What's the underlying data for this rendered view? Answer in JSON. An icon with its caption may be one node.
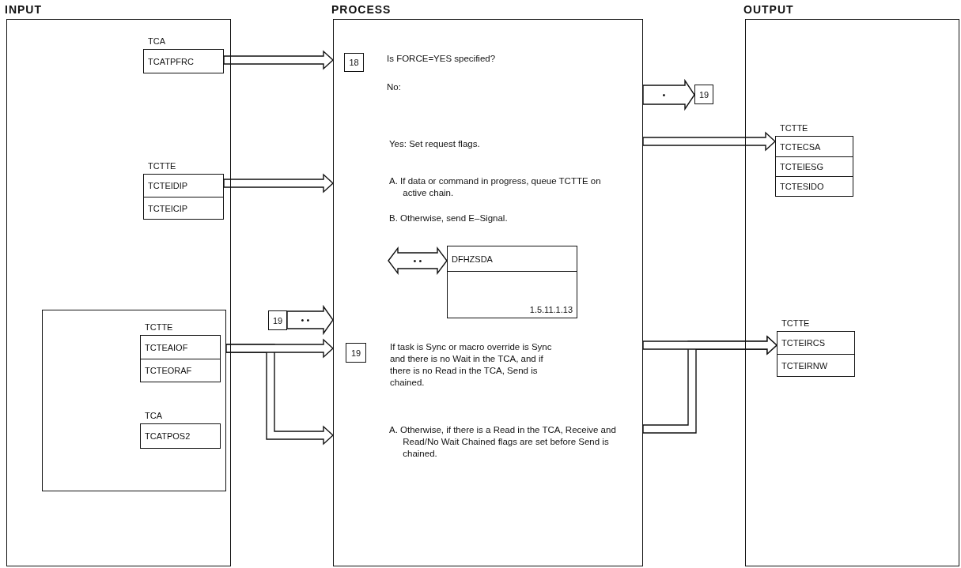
{
  "diagram": {
    "nodes": [
      {
        "text": [
          "INPUT"
        ]
      },
      {
        "text": [
          "TCA",
          "TCATPFRC"
        ],
        "in": 0
      },
      {
        "text": [
          "TCTTE",
          "TCTEIDIP",
          "TCTEICIP"
        ],
        "in": 0
      },
      {
        "text": [],
        "shape": "box",
        "in": 0
      },
      {
        "text": [
          "TCTTE",
          "TCTEAIOF",
          "TCTEORAF"
        ],
        "in": 3
      },
      {
        "text": [
          "TCA",
          "TCATPOS2"
        ],
        "in": 3
      },
      {
        "text": [
          "PROCESS",
          "Is FORCE=YES specified?",
          "No:",
          "Yes: Set request flags.",
          "A. If data or command in progress, queue TCTTE on active chain.",
          "B. Otherwise, send E–Signal.",
          "If task is Sync or macro override is Sync and there is no Wait in the TCA, and if there is no Read in the TCA, Send is chained.",
          "A. Otherwise, if there is a Read in the TCA, Receive and Read/No Wait Chained flags are set before Send is chained."
        ]
      },
      {
        "text": [
          "18"
        ],
        "in": 6
      },
      {
        "text": [
          "19"
        ],
        "in": 6
      },
      {
        "text": [
          "DFHZSDA",
          "1.5.11.1.13"
        ],
        "in": 6
      },
      {
        "text": [
          "19"
        ]
      },
      {
        "text": [
          "19"
        ]
      },
      {
        "text": [
          "OUTPUT"
        ]
      },
      {
        "text": [
          "TCTTE",
          "TCTECSA",
          "TCTEIESG",
          "TCTESIDO"
        ],
        "in": 12
      },
      {
        "text": [
          "TCTTE",
          "TCTEIRCS",
          "TCTEIRNW"
        ],
        "in": 12
      }
    ],
    "edges": [
      {
        "from": 1,
        "to": 6,
        "arrow": "to"
      },
      {
        "from": 2,
        "to": 6,
        "arrow": "to"
      },
      {
        "from": 10,
        "to": 6,
        "arrow": "to",
        "label": "• •"
      },
      {
        "from": 3,
        "to": 6,
        "arrow": "to"
      },
      {
        "from": 3,
        "to": 6,
        "arrow": "to"
      },
      {
        "from": 6,
        "to": 11,
        "arrow": "to",
        "label": "•"
      },
      {
        "from": 6,
        "to": 13,
        "arrow": "to"
      },
      {
        "from": 6,
        "to": 14,
        "arrow": "to"
      },
      {
        "from": 6,
        "to": 14,
        "arrow": "to"
      },
      {
        "from": null,
        "to": 9,
        "arrow": "both",
        "label": "• •"
      }
    ]
  }
}
